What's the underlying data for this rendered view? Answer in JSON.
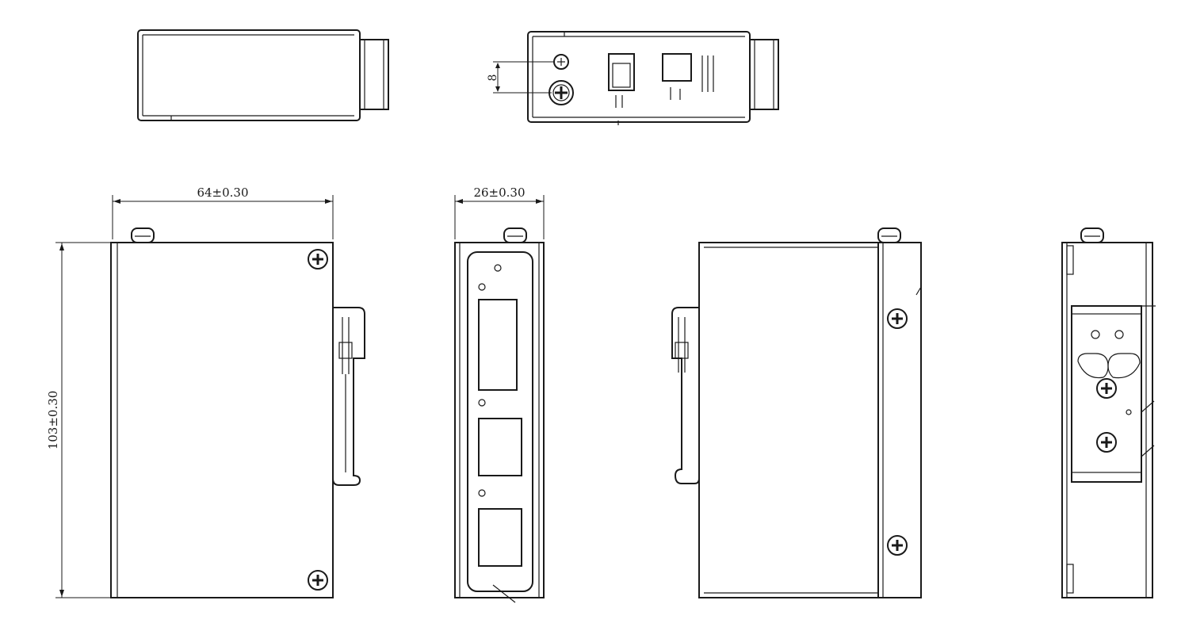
{
  "dimensions": {
    "width": "64±0.30",
    "depth": "26±0.30",
    "height": "103±0.30",
    "hole_spacing": "8"
  },
  "icons": [
    "screw-head-icon",
    "din-rail-clip-icon",
    "hatch-pattern-icon"
  ],
  "colors": {
    "line": "#1a1a1a",
    "background": "#ffffff"
  }
}
